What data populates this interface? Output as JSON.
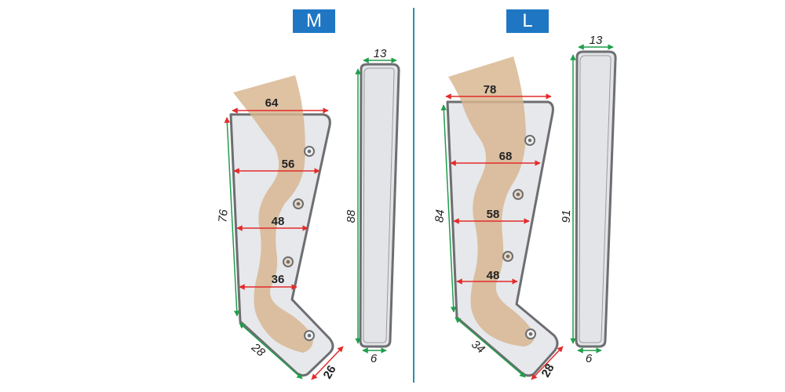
{
  "sizes": [
    {
      "label": "M",
      "leg_widths": [
        "64",
        "56",
        "48",
        "36"
      ],
      "height": "76",
      "foot_length": "28",
      "foot_width": "26",
      "strip_length": "88",
      "strip_top": "13",
      "strip_bottom": "6"
    },
    {
      "label": "L",
      "leg_widths": [
        "78",
        "68",
        "58",
        "48"
      ],
      "height": "84",
      "foot_length": "34",
      "foot_width": "28",
      "strip_length": "91",
      "strip_top": "13",
      "strip_bottom": "6"
    }
  ],
  "colors": {
    "badge": "#1f77c4",
    "divider": "#2a8fa8",
    "red_dimension": "#e32b2b",
    "green_dimension": "#1f9e4a",
    "leg_skin": "#d7b48e",
    "sleeve_fill": "#e2e4e7",
    "sleeve_outline": "#6d6e71"
  }
}
